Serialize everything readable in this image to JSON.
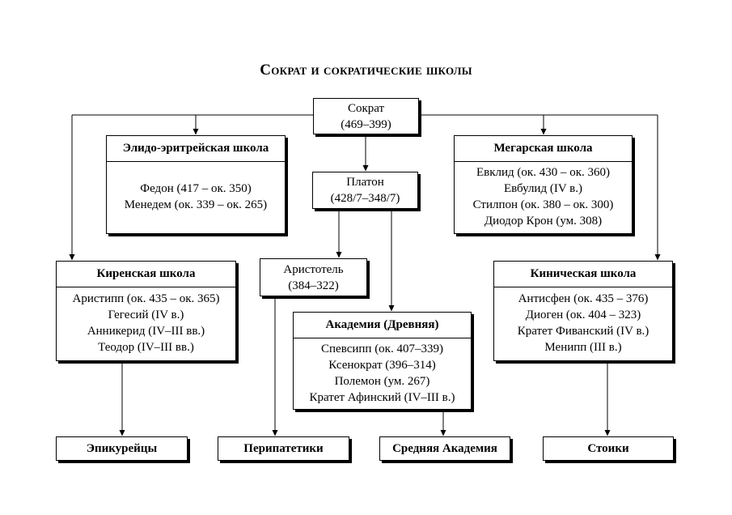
{
  "title": "Сократ и сократические школы",
  "nodes": {
    "socrates": {
      "lines": [
        "Сократ",
        "(469–399)"
      ]
    },
    "plato": {
      "lines": [
        "Платон",
        "(428/7–348/7)"
      ]
    },
    "aristotle": {
      "lines": [
        "Аристотель",
        "(384–322)"
      ]
    },
    "elido": {
      "heading": "Элидо-эритрейская школа",
      "members": [
        "Федон (417 – ок. 350)",
        "Менедем (ок. 339 – ок. 265)"
      ]
    },
    "megarian": {
      "heading": "Мегарская школа",
      "members": [
        "Евклид (ок. 430 – ок. 360)",
        "Евбулид (IV в.)",
        "Стилпон (ок. 380 – ок. 300)",
        "Диодор Крон (ум. 308)"
      ]
    },
    "cyrenaic": {
      "heading": "Киренская школа",
      "members": [
        "Аристипп (ок. 435 – ок. 365)",
        "Гегесий (IV в.)",
        "Анникерид (IV–III вв.)",
        "Теодор (IV–III вв.)"
      ]
    },
    "cynic": {
      "heading": "Киническая школа",
      "members": [
        "Антисфен (ок. 435 – 376)",
        "Диоген (ок. 404 – 323)",
        "Кратет Фиванский (IV в.)",
        "Менипп (III в.)"
      ]
    },
    "academy": {
      "heading": "Академия (Древняя)",
      "members": [
        "Спевсипп (ок. 407–339)",
        "Ксенократ (396–314)",
        "Полемон (ум. 267)",
        "Кратет Афинский (IV–III в.)"
      ]
    },
    "epicureans": {
      "label": "Эпикурейцы"
    },
    "peripatetics": {
      "label": "Перипатетики"
    },
    "middle_academy": {
      "label": "Средняя Академия"
    },
    "stoics": {
      "label": "Стоики"
    }
  }
}
